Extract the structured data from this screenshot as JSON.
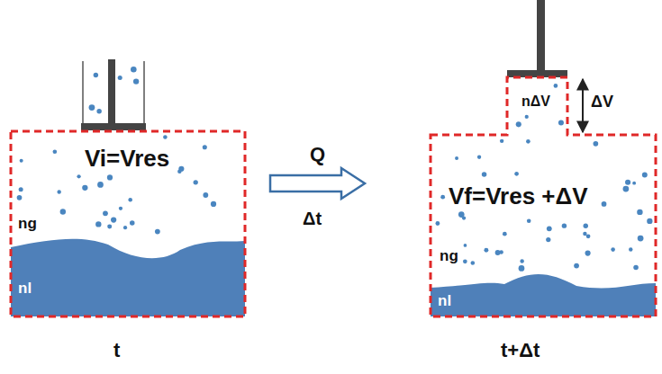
{
  "diagram": {
    "nodes": [
      {
        "text": [
          "Vi=Vres",
          "ng",
          "nl"
        ]
      },
      {
        "text": [
          "Vf=Vres +ΔV",
          "ng",
          "nl"
        ]
      },
      {
        "text": [
          "nΔV"
        ]
      }
    ],
    "edges": [
      {
        "from": 0,
        "to": 1,
        "arrow": "to",
        "label": "Q"
      }
    ],
    "labels": [
      "Δt",
      "t",
      "t+Δt",
      "ΔV"
    ]
  }
}
